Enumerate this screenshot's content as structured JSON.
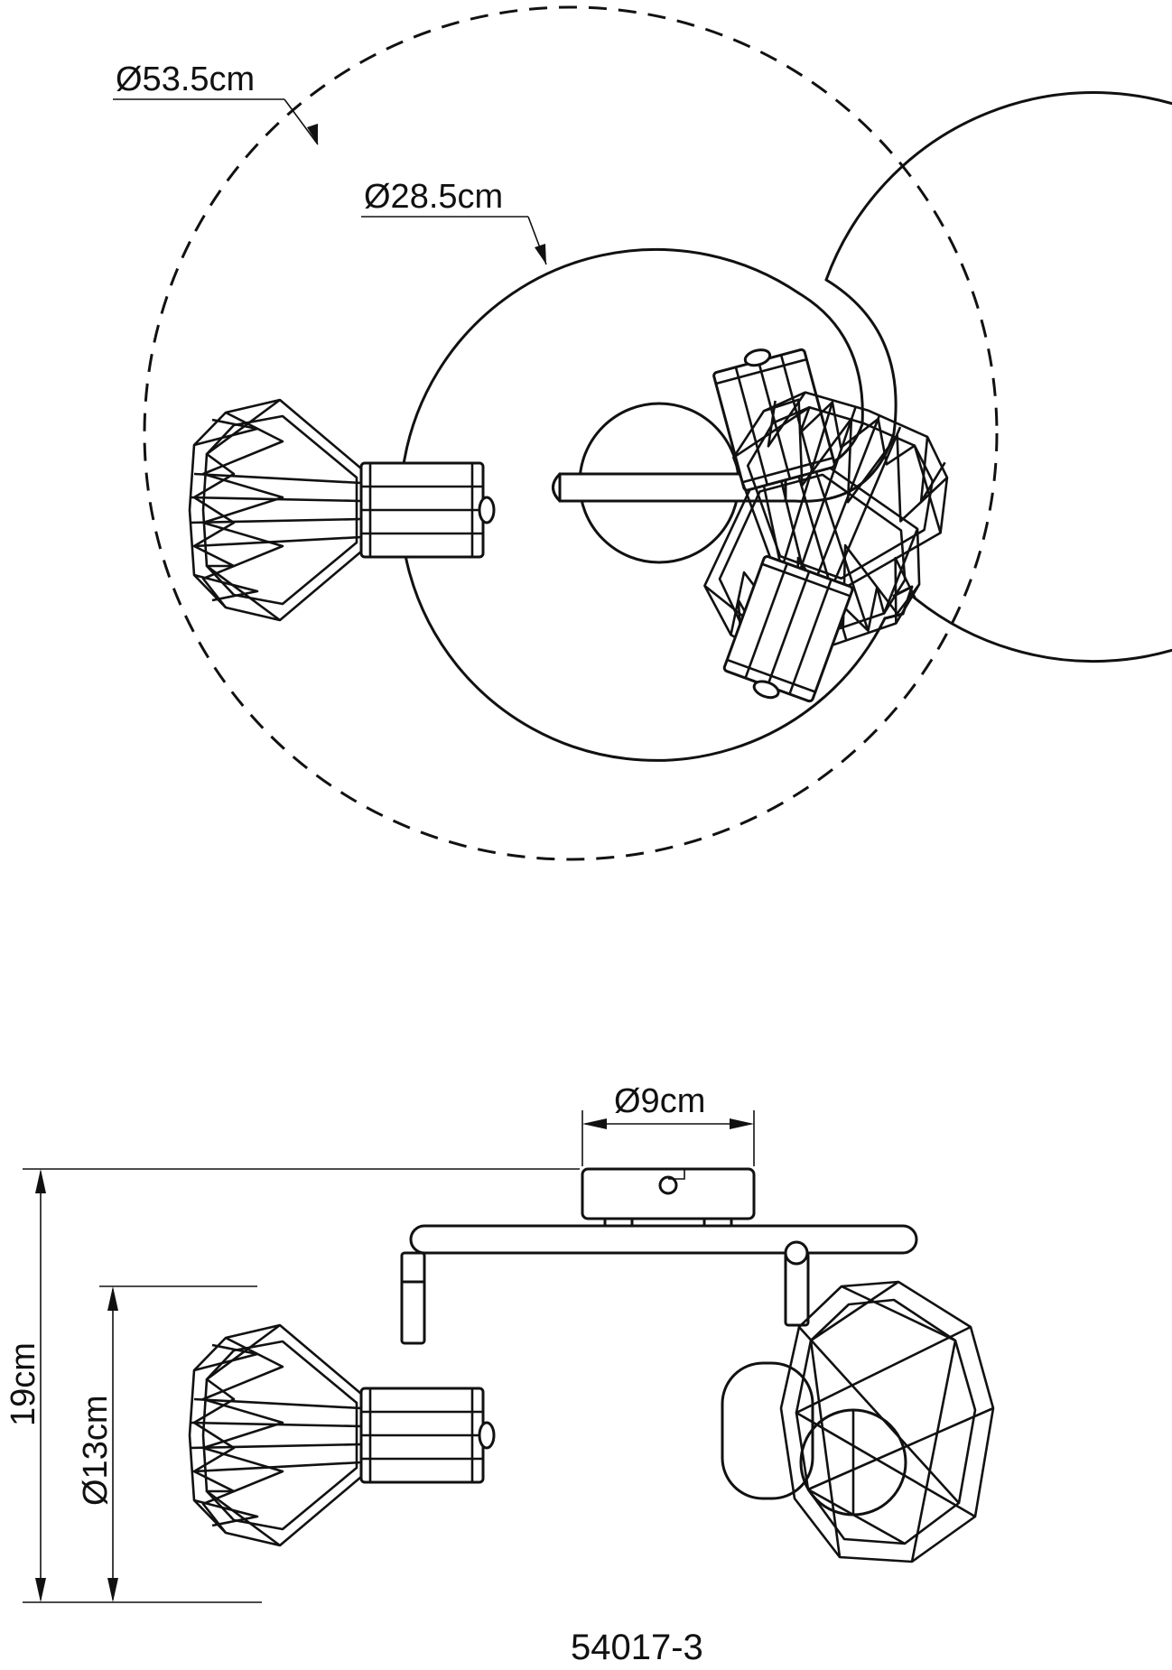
{
  "dimensions": {
    "outer_diameter": "Ø53.5cm",
    "arm_diameter": "Ø28.5cm",
    "base_diameter": "Ø9cm",
    "total_height": "19cm",
    "shade_diameter": "Ø13cm"
  },
  "model_number": "54017-3",
  "views": {
    "top": {
      "spotlights": 3,
      "outline": "dashed-circle"
    },
    "side": {
      "spotlights": 2
    }
  },
  "colors": {
    "line": "#111111",
    "background": "#ffffff"
  }
}
